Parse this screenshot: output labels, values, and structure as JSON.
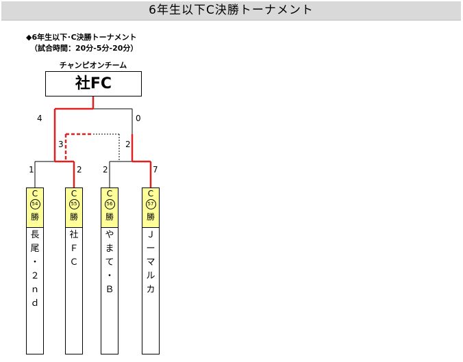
{
  "header": {
    "title": "6年生以下C決勝トーナメント"
  },
  "info": {
    "subtitle": "◆6年生以下･C決勝トーナメント",
    "time_note": "（試合時間：20分-5分-20分）"
  },
  "champion": {
    "label": "チャンピオンチーム",
    "name": "社FC"
  },
  "final": {
    "left_score": "4",
    "right_score": "0"
  },
  "semifinals": [
    {
      "top_score": "3",
      "left_score": "1",
      "right_score": "2"
    },
    {
      "top_score": "2",
      "left_score": "2",
      "right_score": "7"
    }
  ],
  "teams": [
    {
      "slot_letter": "C",
      "slot_number": "54",
      "slot_result": "勝",
      "name_chars": [
        "長",
        "尾",
        "・",
        "２",
        "ｎ",
        "ｄ"
      ]
    },
    {
      "slot_letter": "C",
      "slot_number": "55",
      "slot_result": "勝",
      "name_chars": [
        "社",
        "Ｆ",
        "Ｃ"
      ]
    },
    {
      "slot_letter": "C",
      "slot_number": "56",
      "slot_result": "勝",
      "name_chars": [
        "や",
        "ま",
        "て",
        "・",
        "Ｂ"
      ]
    },
    {
      "slot_letter": "C",
      "slot_number": "57",
      "slot_result": "勝",
      "name_chars": [
        "Ｊ",
        "ー",
        "マ",
        "ル",
        "カ"
      ]
    }
  ],
  "colors": {
    "winner_line": "#e02020",
    "loser_line": "#000000",
    "slot_fill": "#ffff99",
    "header_fill": "#d9d9d9"
  }
}
